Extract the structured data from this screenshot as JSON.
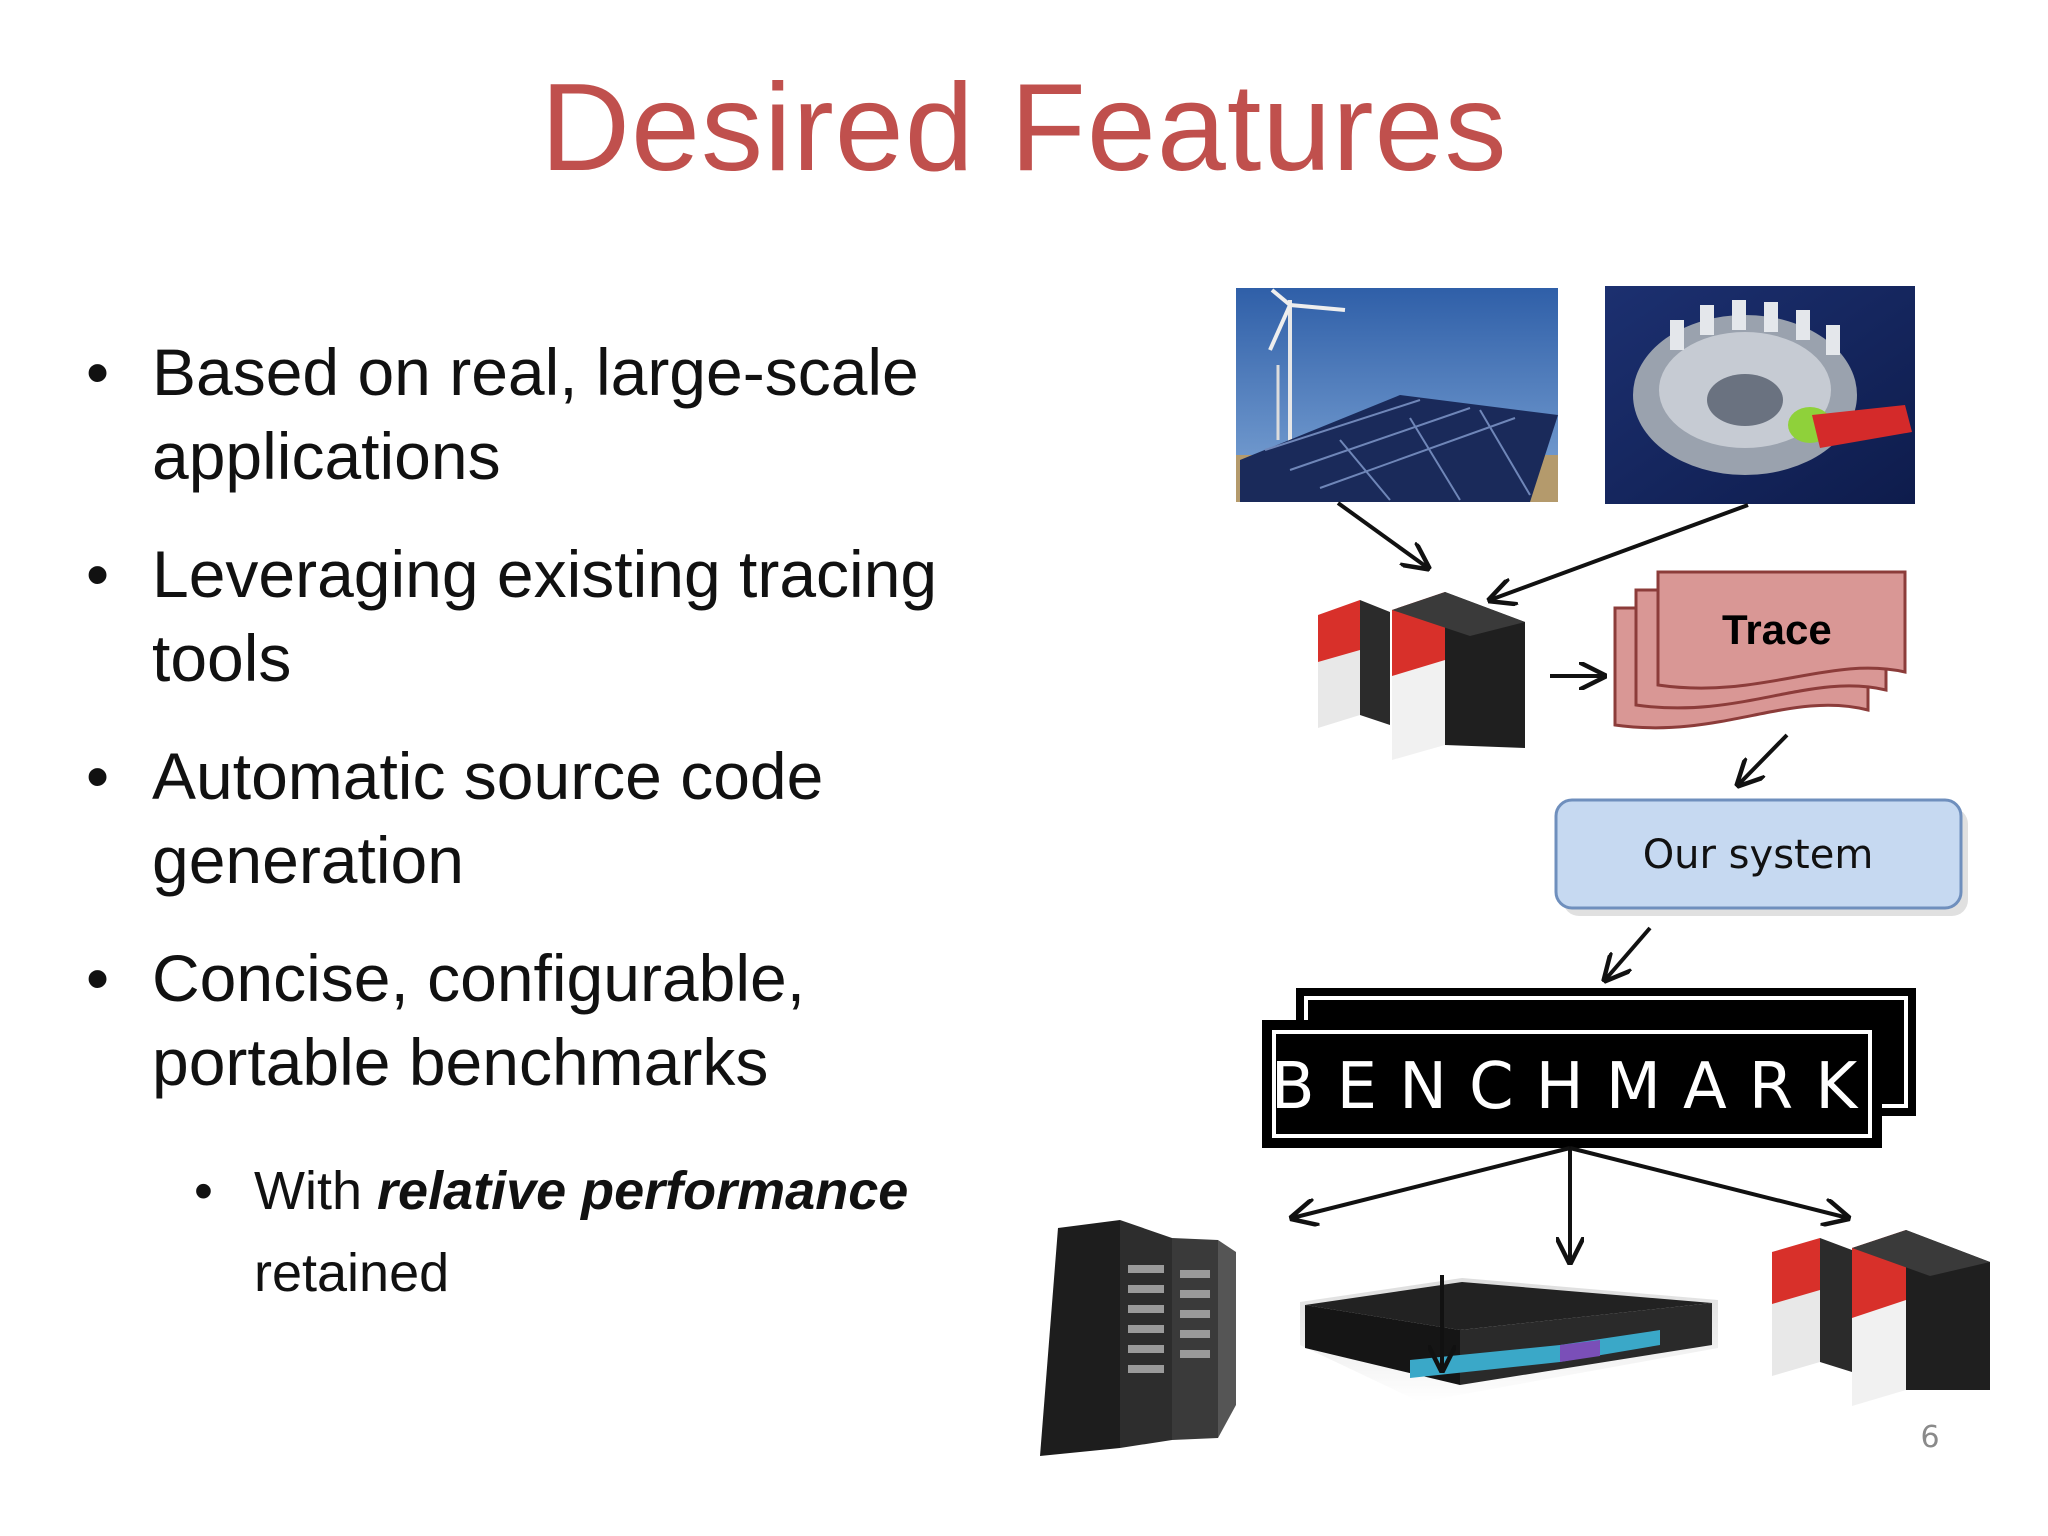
{
  "slide": {
    "title": "Desired Features",
    "bullets": [
      {
        "line1": "Based on real, large-scale",
        "line2": "applications"
      },
      {
        "line1": "Leveraging existing tracing",
        "line2": "tools"
      },
      {
        "line1": "Automatic source code",
        "line2": "generation"
      },
      {
        "line1": "Concise, configurable,",
        "line2": "portable benchmarks"
      }
    ],
    "sub_bullet": {
      "prefix": "With ",
      "emphasis": "relative performance",
      "suffix": "retained"
    },
    "page_number": "6"
  },
  "diagram": {
    "trace_label": "Trace",
    "system_label": "Our system",
    "benchmark_label": "BENCHMARK"
  },
  "colors": {
    "title": "#c0504d",
    "trace_fill": "#d99795",
    "system_fill": "#c6d9f1",
    "system_border": "#6f8fbd"
  }
}
